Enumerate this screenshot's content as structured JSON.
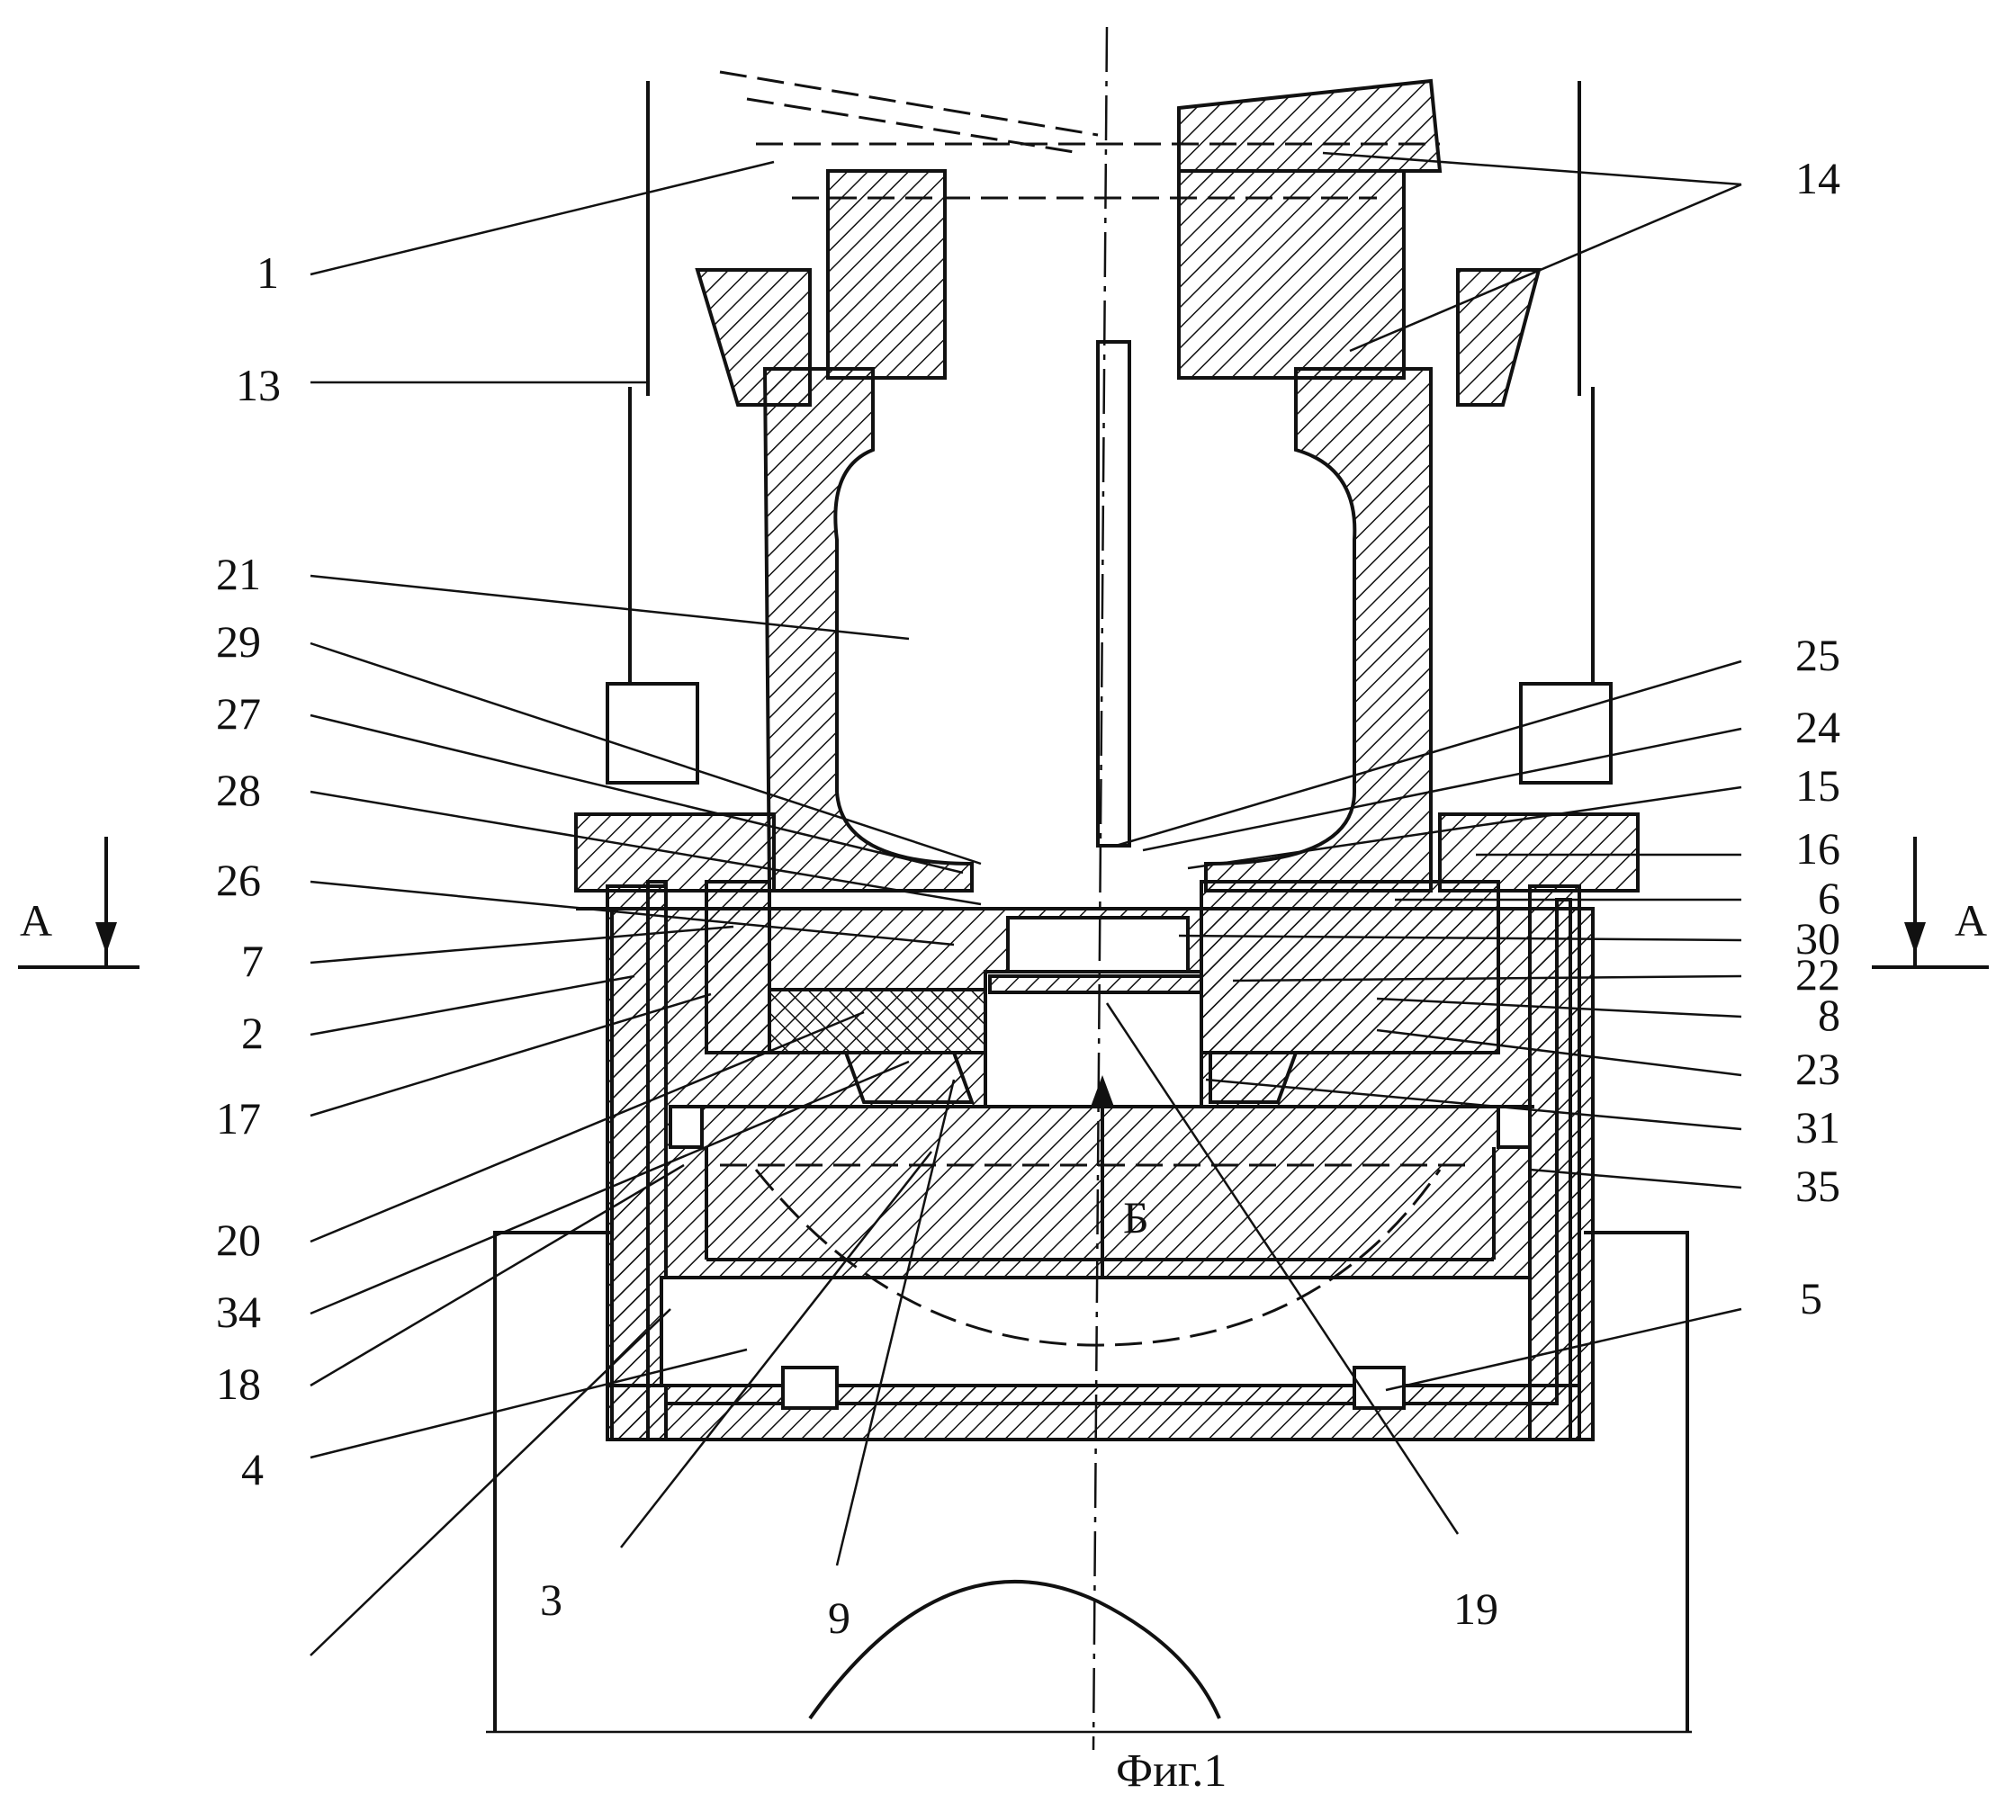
{
  "figure": {
    "caption": "Фиг.1",
    "section_marker": "А",
    "view_marker": "Б",
    "callouts": [
      {
        "id": "c1",
        "text": "1"
      },
      {
        "id": "c13",
        "text": "13"
      },
      {
        "id": "c14",
        "text": "14"
      },
      {
        "id": "c21",
        "text": "21"
      },
      {
        "id": "c29",
        "text": "29"
      },
      {
        "id": "c27",
        "text": "27"
      },
      {
        "id": "c28",
        "text": "28"
      },
      {
        "id": "c26",
        "text": "26"
      },
      {
        "id": "c7",
        "text": "7"
      },
      {
        "id": "c2",
        "text": "2"
      },
      {
        "id": "c17",
        "text": "17"
      },
      {
        "id": "c20",
        "text": "20"
      },
      {
        "id": "c34",
        "text": "34"
      },
      {
        "id": "c18",
        "text": "18"
      },
      {
        "id": "c4",
        "text": "4"
      },
      {
        "id": "c3",
        "text": "3"
      },
      {
        "id": "c9",
        "text": "9"
      },
      {
        "id": "c19",
        "text": "19"
      },
      {
        "id": "c5",
        "text": "5"
      },
      {
        "id": "c35",
        "text": "35"
      },
      {
        "id": "c31",
        "text": "31"
      },
      {
        "id": "c23",
        "text": "23"
      },
      {
        "id": "c8",
        "text": "8"
      },
      {
        "id": "c22",
        "text": "22"
      },
      {
        "id": "c30",
        "text": "30"
      },
      {
        "id": "c6",
        "text": "6"
      },
      {
        "id": "c16",
        "text": "16"
      },
      {
        "id": "c15",
        "text": "15"
      },
      {
        "id": "c24",
        "text": "24"
      },
      {
        "id": "c25",
        "text": "25"
      }
    ]
  }
}
